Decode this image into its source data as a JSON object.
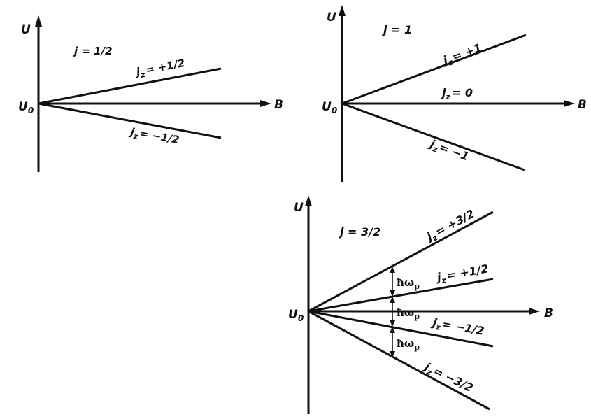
{
  "panels": {
    "p1": {
      "y_axis": "U",
      "x_axis": "B",
      "origin": "U",
      "origin_sub": "0",
      "title": "j = 1/2",
      "levels": [
        {
          "label_j": "j",
          "label_sub": "z",
          "label_val": "= +1/2"
        },
        {
          "label_j": "j",
          "label_sub": "z",
          "label_val": "= −1/2"
        }
      ]
    },
    "p2": {
      "y_axis": "U",
      "x_axis": "B",
      "origin": "U",
      "origin_sub": "0",
      "title": "j = 1",
      "levels": [
        {
          "label_j": "j",
          "label_sub": "z",
          "label_val": "= +1"
        },
        {
          "label_j": "j",
          "label_sub": "z",
          "label_val": "= 0"
        },
        {
          "label_j": "j",
          "label_sub": "z",
          "label_val": "= −1"
        }
      ]
    },
    "p3": {
      "y_axis": "U",
      "x_axis": "B",
      "origin": "U",
      "origin_sub": "0",
      "title": "j = 3/2",
      "levels": [
        {
          "label_j": "j",
          "label_sub": "z",
          "label_val": "= +3/2"
        },
        {
          "label_j": "j",
          "label_sub": "z",
          "label_val": "= +1/2"
        },
        {
          "label_j": "j",
          "label_sub": "z",
          "label_val": "= −1/2"
        },
        {
          "label_j": "j",
          "label_sub": "z",
          "label_val": "= −3/2"
        }
      ],
      "spacing": {
        "hbar": "ħω",
        "sub": "p"
      }
    }
  }
}
